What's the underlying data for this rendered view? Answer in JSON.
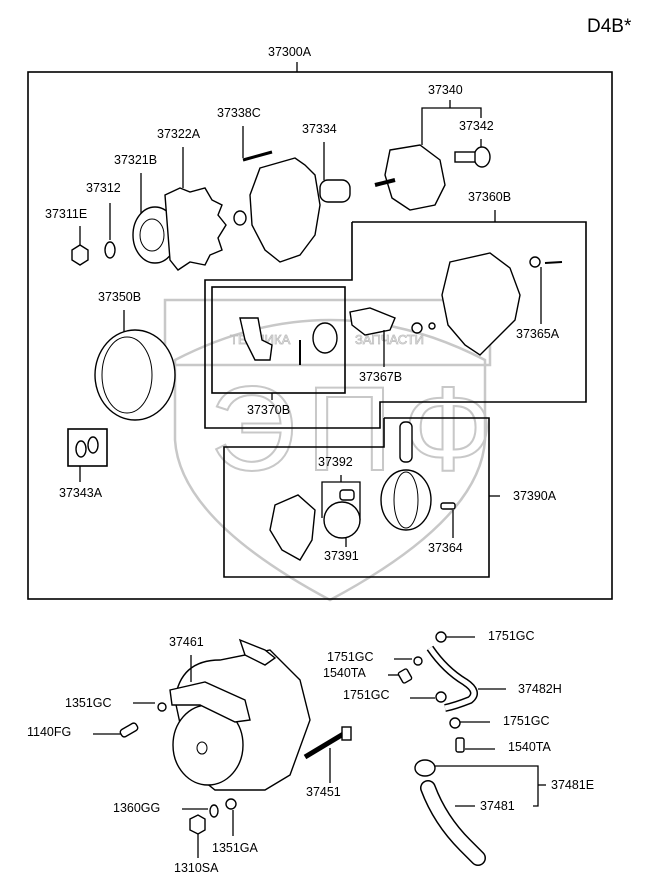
{
  "diagram": {
    "title": "D4B*",
    "watermark": {
      "letters": "ЭПФ",
      "line1": "ТЕХНИКА",
      "line2": "ЗАПЧАСТИ"
    },
    "assembly": {
      "main_label": "37300A",
      "parts": {
        "p37311E": "37311E",
        "p37312": "37312",
        "p37321B": "37321B",
        "p37322A": "37322A",
        "p37338C": "37338C",
        "p37334": "37334",
        "p37340": "37340",
        "p37342": "37342",
        "p37360B": "37360B",
        "p37365A": "37365A",
        "p37350B": "37350B",
        "p37370B": "37370B",
        "p37367B": "37367B",
        "p37343A": "37343A",
        "p37392": "37392",
        "p37390A": "37390A",
        "p37391": "37391",
        "p37364": "37364"
      }
    },
    "mounting": {
      "parts": {
        "p37461": "37461",
        "p1351GC": "1351GC",
        "p1140FG": "1140FG",
        "p37451": "37451",
        "p1360GG": "1360GG",
        "p1351GA": "1351GA",
        "p1310SA": "1310SA",
        "p1751GC_a": "1751GC",
        "p1751GC_b": "1751GC",
        "p1540TA_a": "1540TA",
        "p1751GC_c": "1751GC",
        "p37482H": "37482H",
        "p1751GC_d": "1751GC",
        "p1540TA_b": "1540TA",
        "p37481E": "37481E",
        "p37481": "37481"
      }
    }
  }
}
